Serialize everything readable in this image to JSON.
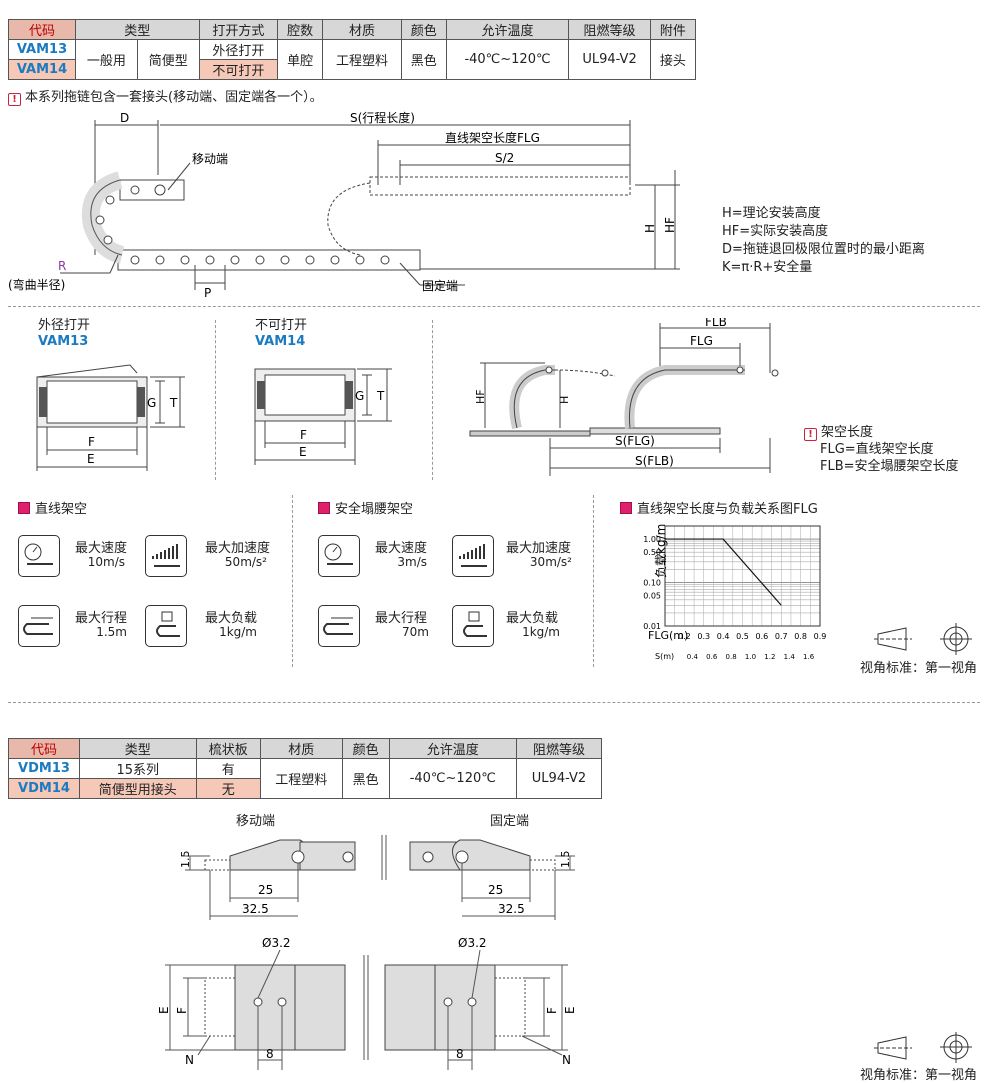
{
  "table1": {
    "headers": [
      "代码",
      "类型",
      "打开方式",
      "腔数",
      "材质",
      "颜色",
      "允许温度",
      "阻燃等级",
      "附件"
    ],
    "codes": [
      "VAM13",
      "VAM14"
    ],
    "type_general": "一般用",
    "type_simple": "简便型",
    "open_outer": "外径打开",
    "open_none": "不可打开",
    "chambers": "单腔",
    "material": "工程塑料",
    "color": "黑色",
    "temp": "-40℃~120℃",
    "flame": "UL94-V2",
    "accessory": "接头"
  },
  "note1": "本系列拖链包含一套接头(移动端、固定端各一个）。",
  "diagram1": {
    "d_label": "D",
    "s_label": "S(行程长度)",
    "flg_label": "直线架空长度FLG",
    "s2_label": "S/2",
    "moving_end": "移动端",
    "fixed_end": "固定端",
    "r_label": "R",
    "bend_radius": "(弯曲半径)",
    "p_label": "P",
    "h_label": "H",
    "hf_label": "HF"
  },
  "legend1": [
    "H=理论安装高度",
    "HF=实际安装高度",
    "D=拖链退回极限位置时的最小距离",
    "K=π·R+安全量"
  ],
  "cross_sections": {
    "outer_title": "外径打开",
    "outer_code": "VAM13",
    "none_title": "不可打开",
    "none_code": "VAM14",
    "g": "G",
    "t": "T",
    "f": "F",
    "e": "E"
  },
  "span_diagram": {
    "flb": "FLB",
    "flg": "FLG",
    "hf": "HF",
    "h": "H",
    "s_flg": "S(FLG)",
    "s_flb": "S(FLB)"
  },
  "span_note": {
    "title": "架空长度",
    "line1": "FLG=直线架空长度",
    "line2": "FLB=安全塌腰架空长度"
  },
  "perf_straight": {
    "title": "直线架空",
    "max_speed_label": "最大速度",
    "max_speed": "10m/s",
    "max_acc_label": "最大加速度",
    "max_acc": "50m/s²",
    "max_travel_label": "最大行程",
    "max_travel": "1.5m",
    "max_load_label": "最大负载",
    "max_load": "1kg/m"
  },
  "perf_sag": {
    "title": "安全塌腰架空",
    "max_speed_label": "最大速度",
    "max_speed": "3m/s",
    "max_acc_label": "最大加速度",
    "max_acc": "30m/s²",
    "max_travel_label": "最大行程",
    "max_travel": "70m",
    "max_load_label": "最大负载",
    "max_load": "1kg/m"
  },
  "chart_title": "直线架空长度与负载关系图FLG",
  "chart_data": {
    "type": "line",
    "ylabel": "负载kg/m",
    "xlabel": "FLG(m)",
    "x2label": "S(m)",
    "x_ticks": [
      "0.2",
      "0.3",
      "0.4",
      "0.5",
      "0.6",
      "0.7",
      "0.8",
      "0.9"
    ],
    "x2_ticks": [
      "0.4",
      "0.6",
      "0.8",
      "1.0",
      "1.2",
      "1.4",
      "1.6"
    ],
    "y_ticks": [
      "1.00",
      "0.50",
      "0.10",
      "0.05",
      "0.01"
    ],
    "ylim": [
      0.01,
      2
    ],
    "xlim": [
      0.1,
      0.9
    ],
    "log_y": true,
    "series": [
      {
        "x": [
          0.1,
          0.4,
          0.7
        ],
        "y": [
          1.0,
          1.0,
          0.03
        ]
      }
    ]
  },
  "view_standard": "视角标准：第一视角",
  "table2": {
    "headers": [
      "代码",
      "类型",
      "梳状板",
      "材质",
      "颜色",
      "允许温度",
      "阻燃等级"
    ],
    "codes": [
      "VDM13",
      "VDM14"
    ],
    "type13": "15系列",
    "type14": "简便型用接头",
    "comb13": "有",
    "comb14": "无",
    "material": "工程塑料",
    "color": "黑色",
    "temp": "-40℃~120℃",
    "flame": "UL94-V2"
  },
  "connector": {
    "moving": "移动端",
    "fixed": "固定端",
    "d15": "1.5",
    "d25": "25",
    "d325": "32.5",
    "hole": "Ø3.2",
    "e": "E",
    "f": "F",
    "n": "N",
    "d8": "8"
  }
}
